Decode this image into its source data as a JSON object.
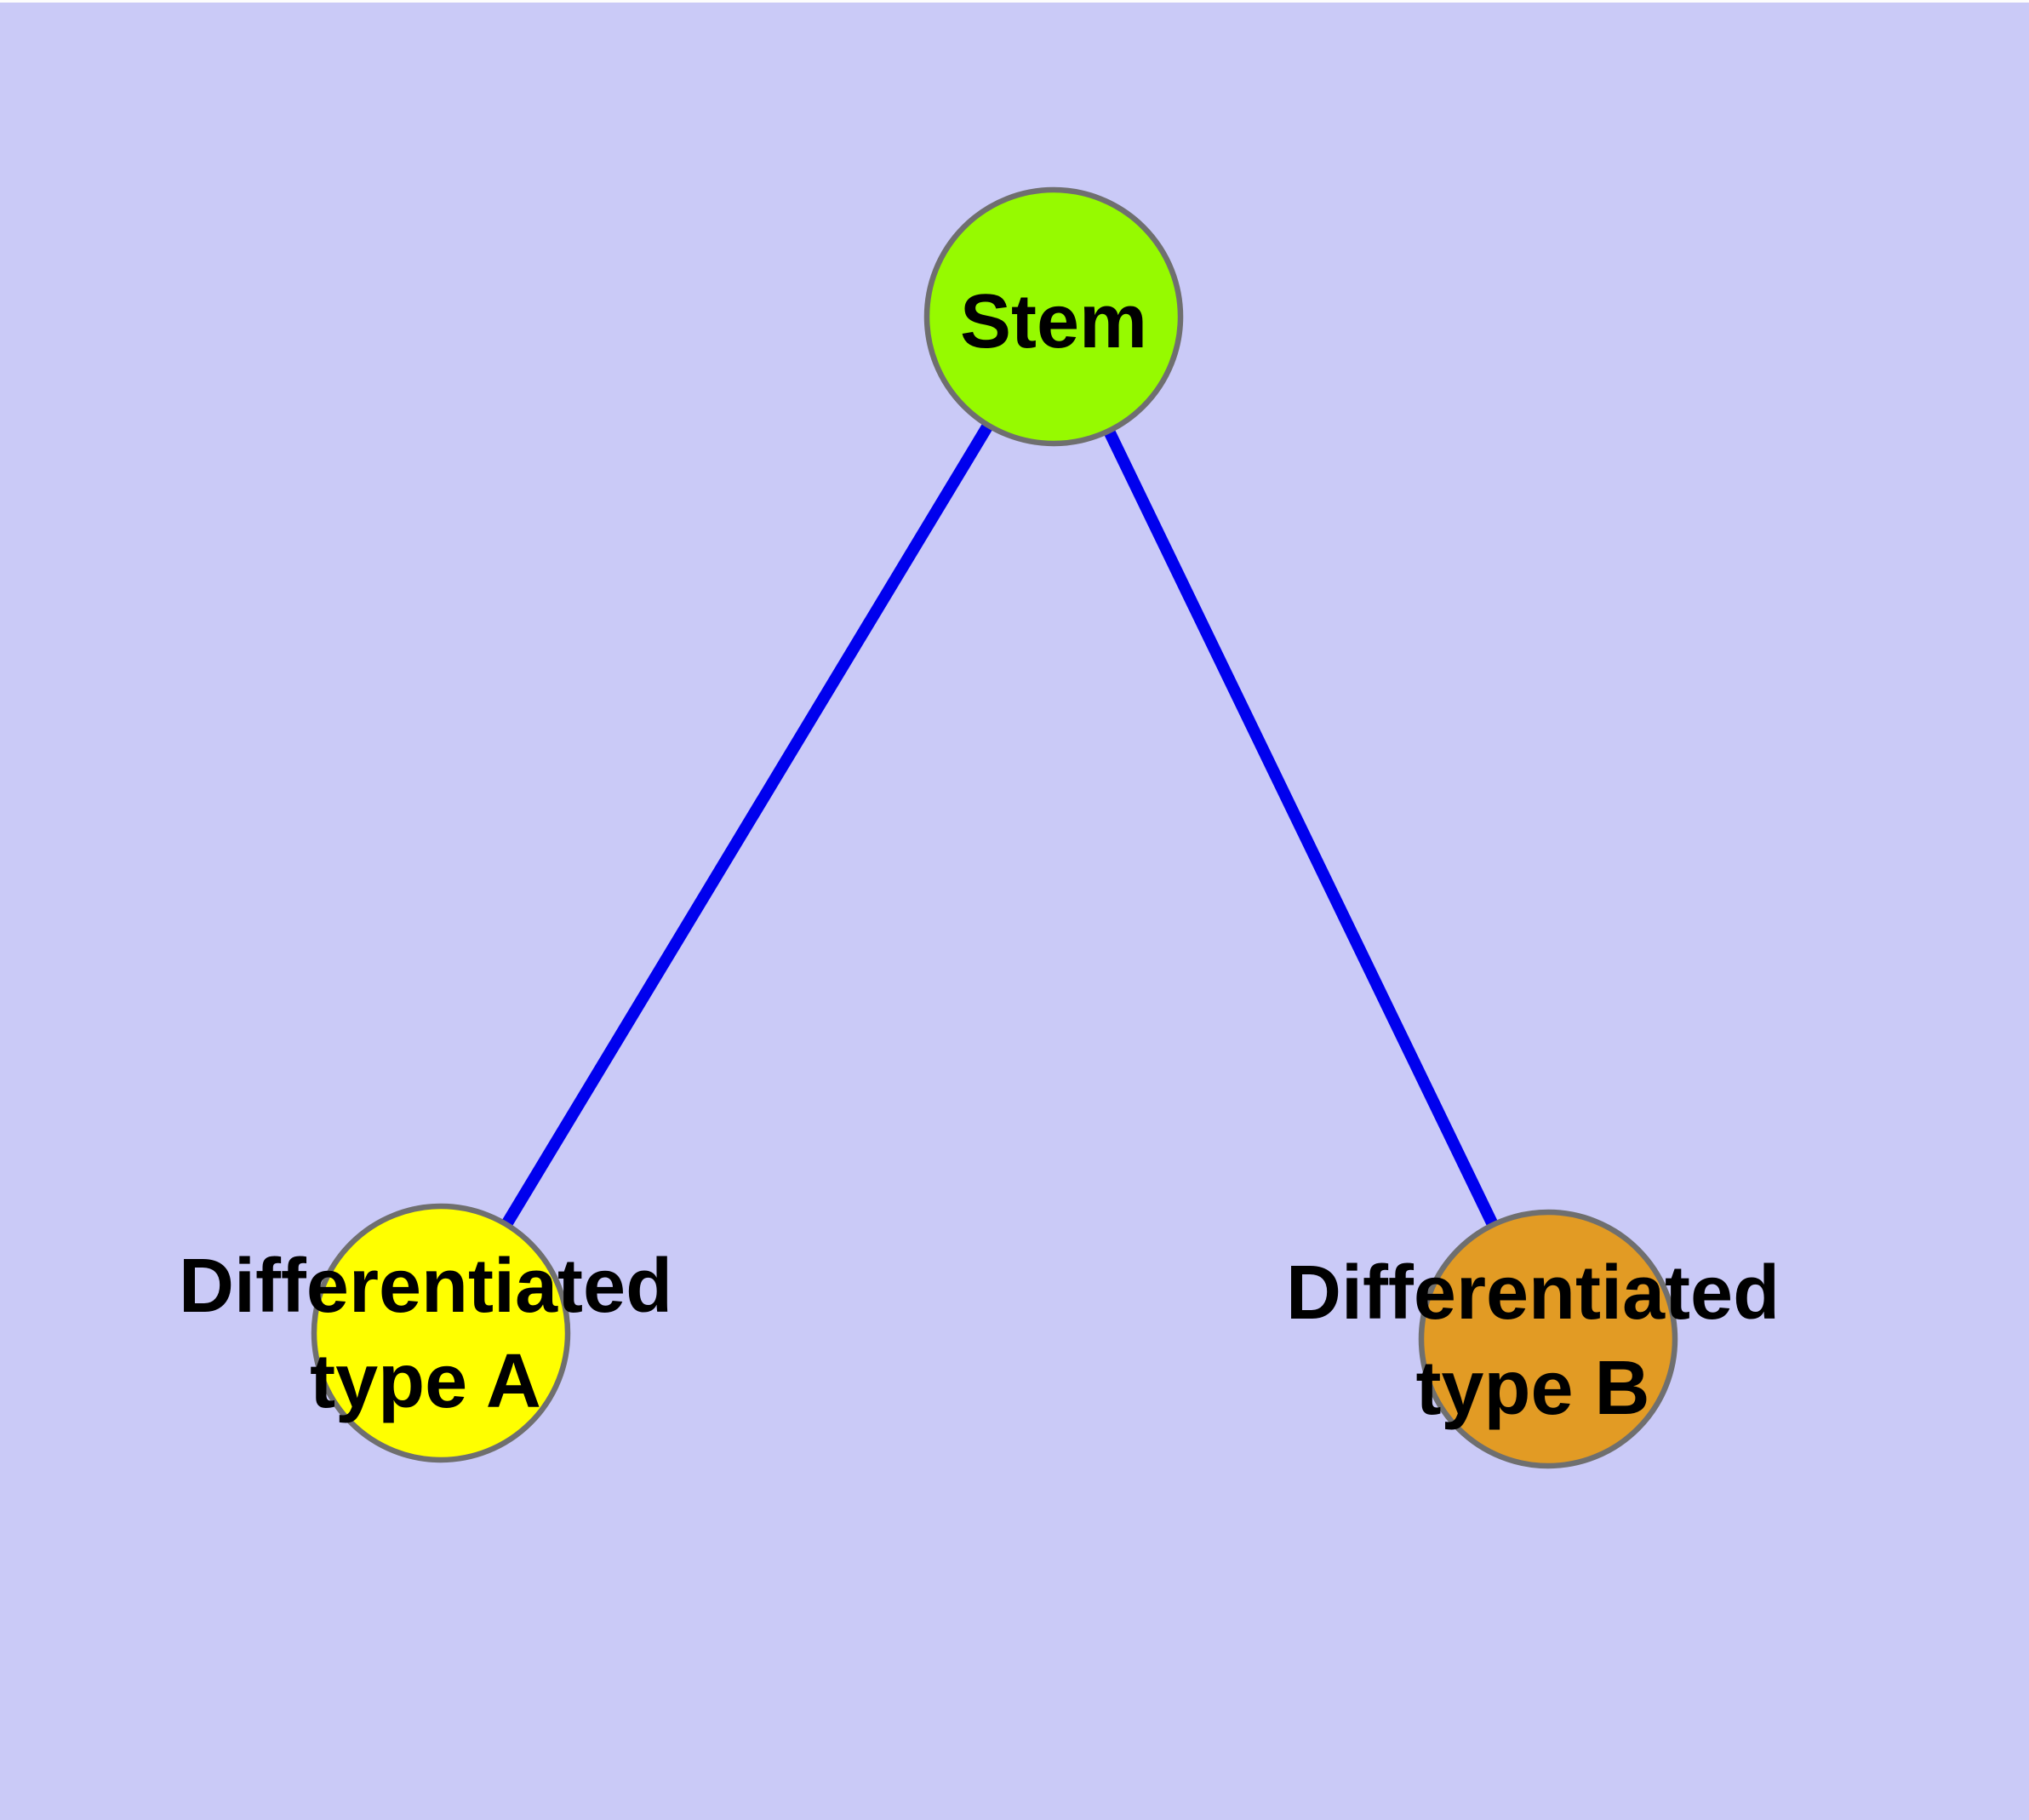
{
  "graph": {
    "title": "",
    "background_color": "#CACAF7",
    "edge_color": "#0202F2",
    "node_border_color": "#6F6F6F",
    "label_text_color": "#000000",
    "nodes": [
      {
        "id": "stem",
        "label": "Stem",
        "lines": [
          "Stem"
        ],
        "fill": "#96FA00"
      },
      {
        "id": "type-a",
        "label": "Differentiated type A",
        "lines": [
          "Differentiated",
          "type A"
        ],
        "fill": "#FFFF00"
      },
      {
        "id": "type-b",
        "label": "Differentiated type B",
        "lines": [
          "Differentiated",
          "type B"
        ],
        "fill": "#E29B24"
      }
    ],
    "edges": [
      {
        "from": "Stem",
        "to": "Differentiated type A"
      },
      {
        "from": "Stem",
        "to": "Differentiated type B"
      }
    ]
  }
}
